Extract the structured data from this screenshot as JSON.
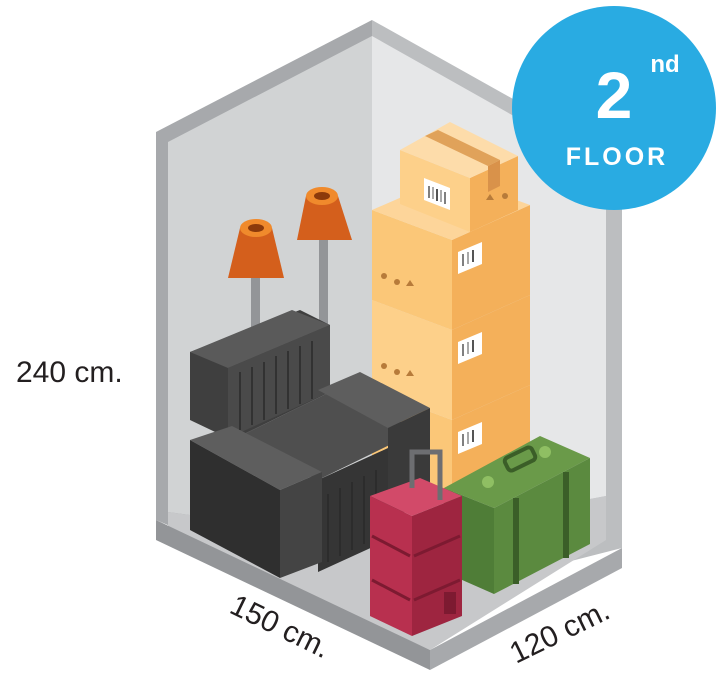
{
  "dimensions": {
    "height_label": "240 cm.",
    "width_label": "150 cm.",
    "depth_label": "120 cm."
  },
  "badge": {
    "number": "2",
    "suffix": "nd",
    "word": "FLOOR"
  },
  "colors": {
    "badge": "#29abe2",
    "unit_wall_outer": "#a7a9ac",
    "unit_wall_inner": "#d6d6d8",
    "box": "#fbc778",
    "sofa": "#3f3f3f",
    "suitcase_red": "#b8304f",
    "suitcase_green": "#4f7d37",
    "lamp_shade": "#d45f1c"
  }
}
